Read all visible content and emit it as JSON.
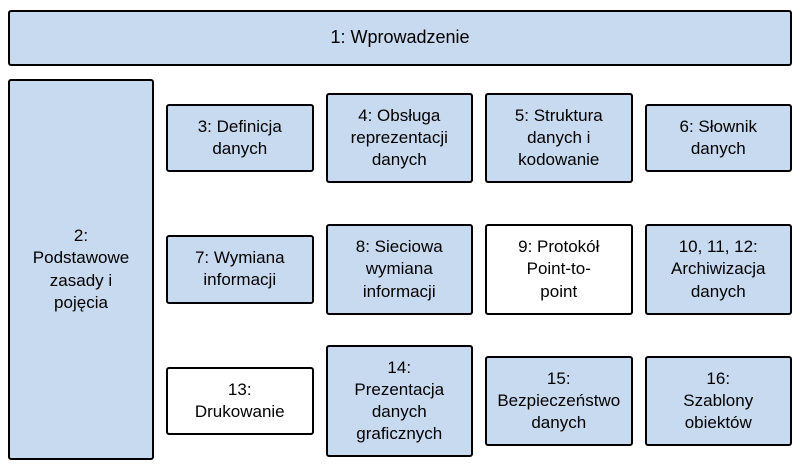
{
  "diagram": {
    "title_note": "Chapter overview diagram",
    "top": {
      "label": "1: Wprowadzenie",
      "fill": "blue"
    },
    "left": {
      "label": "2:\nPodstawowe\nzasady i\npojęcia",
      "fill": "blue"
    },
    "cells": [
      {
        "label": "3: Definicja\ndanych",
        "fill": "blue"
      },
      {
        "label": "4: Obsługa\nreprezentacji\ndanych",
        "fill": "blue"
      },
      {
        "label": "5: Struktura\ndanych i\nkodowanie",
        "fill": "blue"
      },
      {
        "label": "6: Słownik\ndanych",
        "fill": "blue"
      },
      {
        "label": "7: Wymiana\ninformacji",
        "fill": "blue"
      },
      {
        "label": "8: Sieciowa\nwymiana\ninformacji",
        "fill": "blue"
      },
      {
        "label": "9: Protokół\nPoint-to-\npoint",
        "fill": "white"
      },
      {
        "label": "10, 11, 12:\nArchiwizacja\ndanych",
        "fill": "blue"
      },
      {
        "label": "13:\nDrukowanie",
        "fill": "white"
      },
      {
        "label": "14:\nPrezentacja\ndanych\ngraficznych",
        "fill": "blue"
      },
      {
        "label": "15:\nBezpieczeństwo\ndanych",
        "fill": "blue"
      },
      {
        "label": "16:\nSzablony\nobiektów",
        "fill": "blue"
      }
    ]
  },
  "colors": {
    "box_fill": "#c8daf0",
    "box_border": "#000000",
    "white_fill": "#ffffff"
  }
}
